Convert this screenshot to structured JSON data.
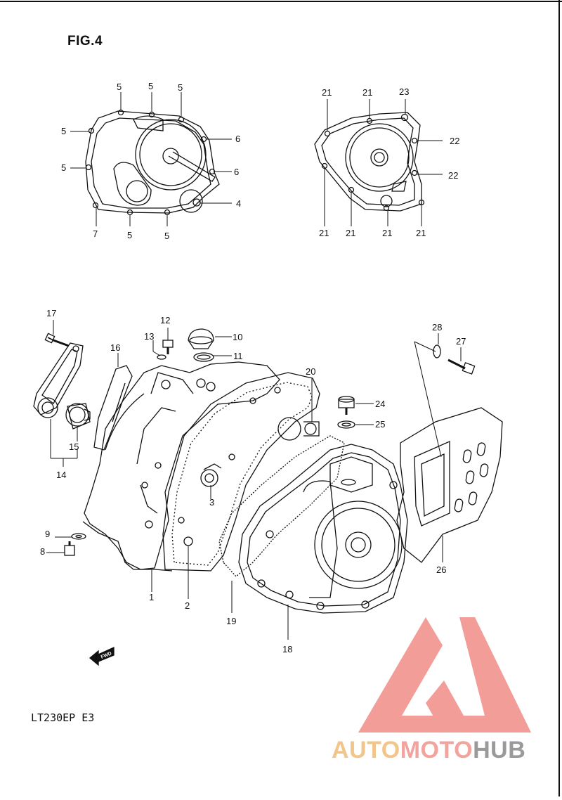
{
  "figure": {
    "title": "FIG.4",
    "model_code": "LT230EP E3",
    "direction_marker": "FWD"
  },
  "watermark": {
    "part1": "AUTO",
    "part2": "MOTO",
    "part3": "HUB",
    "colors": {
      "auto": "#f2c58a",
      "moto": "#f2a39d",
      "hub": "#9a9a9a",
      "logo": "#f08c86"
    }
  },
  "callouts": [
    {
      "id": "c5a",
      "text": "5"
    },
    {
      "id": "c5b",
      "text": "5"
    },
    {
      "id": "c5c",
      "text": "5"
    },
    {
      "id": "c5d",
      "text": "5"
    },
    {
      "id": "c5e",
      "text": "5"
    },
    {
      "id": "c6a",
      "text": "6"
    },
    {
      "id": "c6b",
      "text": "6"
    },
    {
      "id": "c4",
      "text": "4"
    },
    {
      "id": "c7",
      "text": "7"
    },
    {
      "id": "c5f",
      "text": "5"
    },
    {
      "id": "c5g",
      "text": "5"
    },
    {
      "id": "c21a",
      "text": "21"
    },
    {
      "id": "c21b",
      "text": "21"
    },
    {
      "id": "c23",
      "text": "23"
    },
    {
      "id": "c22a",
      "text": "22"
    },
    {
      "id": "c22b",
      "text": "22"
    },
    {
      "id": "c21c",
      "text": "21"
    },
    {
      "id": "c21d",
      "text": "21"
    },
    {
      "id": "c21e",
      "text": "21"
    },
    {
      "id": "c21f",
      "text": "21"
    },
    {
      "id": "c17",
      "text": "17"
    },
    {
      "id": "c12",
      "text": "12"
    },
    {
      "id": "c13",
      "text": "13"
    },
    {
      "id": "c10",
      "text": "10"
    },
    {
      "id": "c11",
      "text": "11"
    },
    {
      "id": "c16",
      "text": "16"
    },
    {
      "id": "c20",
      "text": "20"
    },
    {
      "id": "c28",
      "text": "28"
    },
    {
      "id": "c27",
      "text": "27"
    },
    {
      "id": "c24",
      "text": "24"
    },
    {
      "id": "c25",
      "text": "25"
    },
    {
      "id": "c15",
      "text": "15"
    },
    {
      "id": "c14",
      "text": "14"
    },
    {
      "id": "c3",
      "text": "3"
    },
    {
      "id": "c9",
      "text": "9"
    },
    {
      "id": "c8",
      "text": "8"
    },
    {
      "id": "c1",
      "text": "1"
    },
    {
      "id": "c2",
      "text": "2"
    },
    {
      "id": "c19",
      "text": "19"
    },
    {
      "id": "c18",
      "text": "18"
    },
    {
      "id": "c26",
      "text": "26"
    }
  ]
}
